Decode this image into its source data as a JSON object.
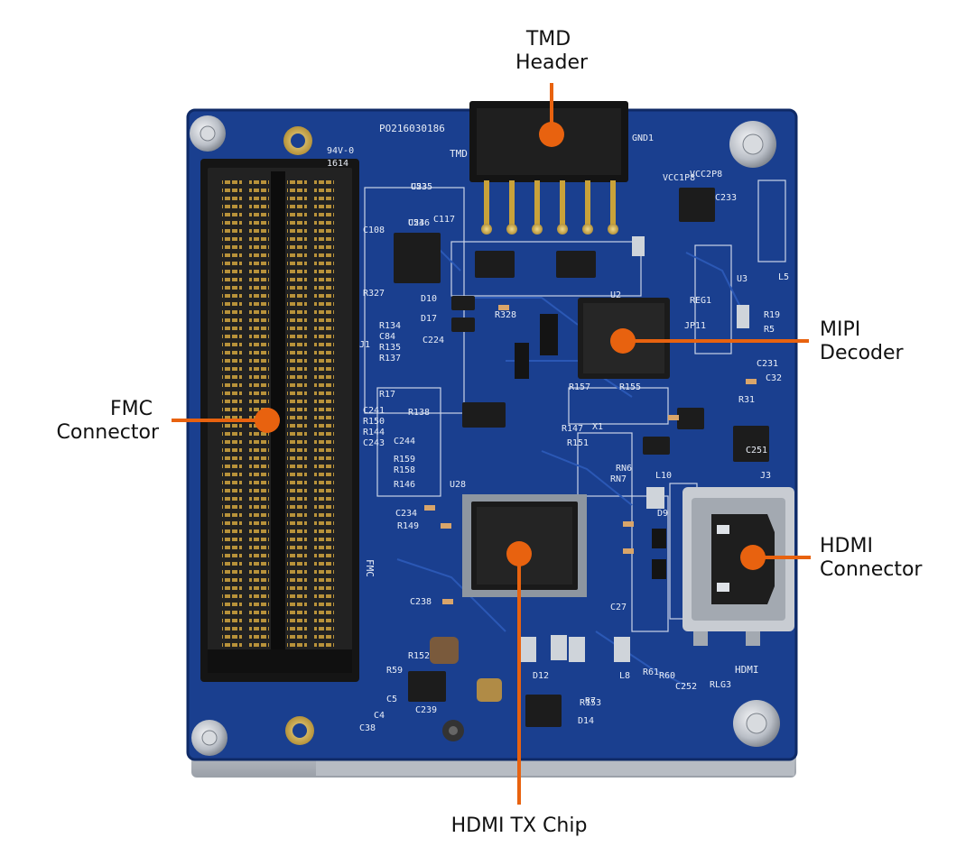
{
  "colors": {
    "callout": "#e8620f",
    "label_text": "#111111",
    "pcb": "#1a3f8f",
    "pcb_dark": "#123070",
    "silkscreen": "#e9eef7",
    "connector_black": "#151515",
    "metal": "#c8ccd2",
    "gold": "#c9a23a"
  },
  "board_silkscreen": {
    "serial": "PO216030186",
    "rating": "94V-0",
    "date": "1614",
    "fmc": "FMC",
    "hdmi": "HDMI",
    "tmd": "TMD",
    "refdes": [
      "U54",
      "U53",
      "U2",
      "U3",
      "U28",
      "J1",
      "J3",
      "X1",
      "L5",
      "L8",
      "L10",
      "C117",
      "C108",
      "R327",
      "D10",
      "D17",
      "R328",
      "C224",
      "R134",
      "C84",
      "R135",
      "R137",
      "R138",
      "R17",
      "C241",
      "R150",
      "R144",
      "C243",
      "C244",
      "R159",
      "R158",
      "R146",
      "R147",
      "R151",
      "R157",
      "R155",
      "RN6",
      "RN7",
      "C234",
      "R149",
      "C238",
      "R152",
      "C239",
      "C38",
      "R59",
      "R19",
      "R5",
      "C231",
      "C32",
      "R31",
      "C251",
      "C252",
      "RLG3",
      "R153",
      "C233",
      "VCC1P8",
      "VCC2P8",
      "GND1",
      "REG1",
      "JP11",
      "D9",
      "C27",
      "D12",
      "D14",
      "R7",
      "C4",
      "C5",
      "R60",
      "R61",
      "C236",
      "C235"
    ]
  },
  "callouts": [
    {
      "id": "tmd-header",
      "lines": [
        "TMD",
        "Header"
      ]
    },
    {
      "id": "mipi-decoder",
      "lines": [
        "MIPI",
        "Decoder"
      ]
    },
    {
      "id": "fmc-connector",
      "lines": [
        "FMC",
        "Connector"
      ]
    },
    {
      "id": "hdmi-connector",
      "lines": [
        "HDMI",
        "Connector"
      ]
    },
    {
      "id": "hdmi-tx-chip",
      "lines": [
        "HDMI TX Chip"
      ]
    }
  ]
}
